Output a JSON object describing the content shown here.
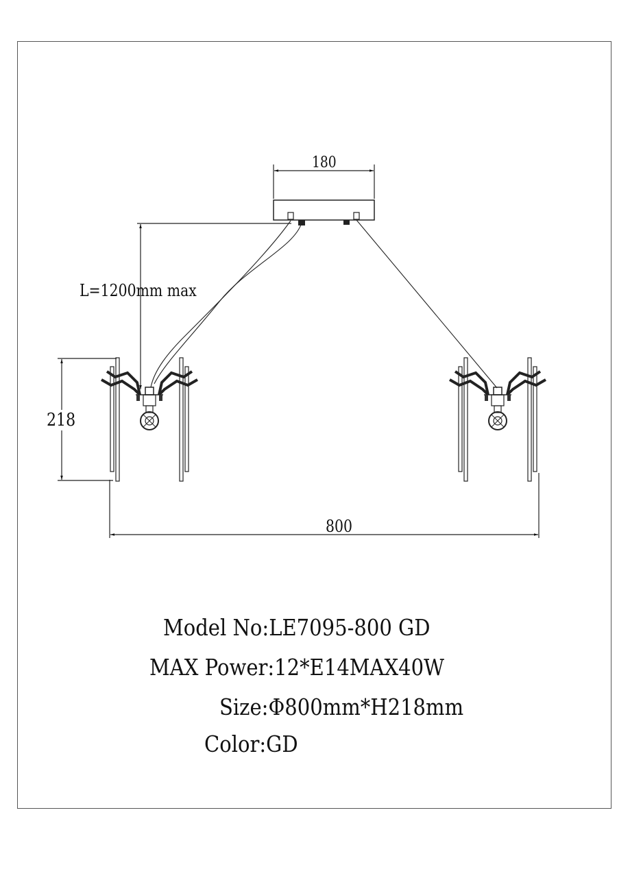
{
  "drawing": {
    "dimensions": {
      "canopy_width": "180",
      "cable_length": "L=1200mm max",
      "height": "218",
      "diameter": "800"
    }
  },
  "specs": {
    "model": "Model No:LE7095-800 GD",
    "power": "MAX Power:12*E14MAX40W",
    "size": "Size:Φ800mm*H218mm",
    "color": "Color:GD"
  },
  "colors": {
    "line": "#222222",
    "frame": "#555555",
    "background": "#ffffff"
  }
}
